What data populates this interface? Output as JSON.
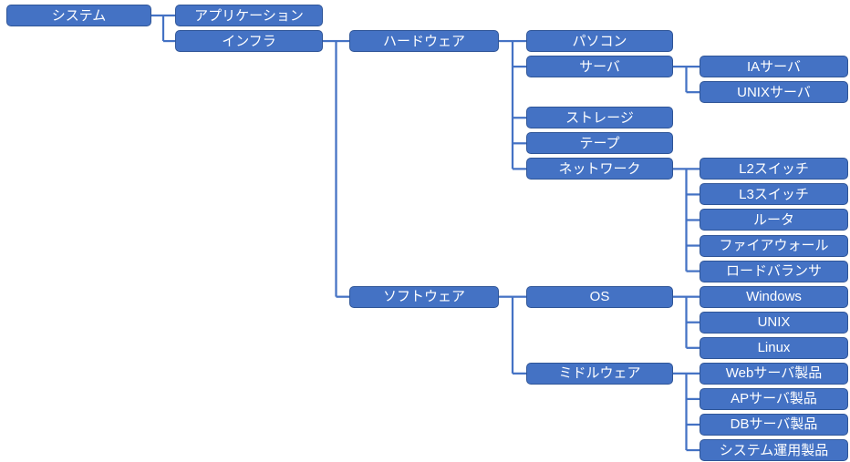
{
  "diagram": {
    "type": "tree",
    "orientation": "left-to-right",
    "colors": {
      "node_fill": "#4472C4",
      "node_border": "#2F5597",
      "node_text": "#FFFFFF",
      "connector": "#4472C4",
      "background": "#FFFFFF"
    },
    "tree": {
      "id": "system",
      "label": "システム",
      "children": [
        {
          "id": "application",
          "label": "アプリケーション"
        },
        {
          "id": "infra",
          "label": "インフラ",
          "children": [
            {
              "id": "hardware",
              "label": "ハードウェア",
              "children": [
                {
                  "id": "pc",
                  "label": "パソコン"
                },
                {
                  "id": "server",
                  "label": "サーバ",
                  "children": [
                    {
                      "id": "ia-server",
                      "label": "IAサーバ"
                    },
                    {
                      "id": "unix-server",
                      "label": "UNIXサーバ"
                    }
                  ]
                },
                {
                  "id": "storage",
                  "label": "ストレージ"
                },
                {
                  "id": "tape",
                  "label": "テープ"
                },
                {
                  "id": "network",
                  "label": "ネットワーク",
                  "children": [
                    {
                      "id": "l2-switch",
                      "label": "L2スイッチ"
                    },
                    {
                      "id": "l3-switch",
                      "label": "L3スイッチ"
                    },
                    {
                      "id": "router",
                      "label": "ルータ"
                    },
                    {
                      "id": "firewall",
                      "label": "ファイアウォール"
                    },
                    {
                      "id": "load-balancer",
                      "label": "ロードバランサ"
                    }
                  ]
                }
              ]
            },
            {
              "id": "software",
              "label": "ソフトウェア",
              "children": [
                {
                  "id": "os",
                  "label": "OS",
                  "children": [
                    {
                      "id": "windows",
                      "label": "Windows"
                    },
                    {
                      "id": "unix",
                      "label": "UNIX"
                    },
                    {
                      "id": "linux",
                      "label": "Linux"
                    }
                  ]
                },
                {
                  "id": "middleware",
                  "label": "ミドルウェア",
                  "children": [
                    {
                      "id": "web-server-product",
                      "label": "Webサーバ製品"
                    },
                    {
                      "id": "ap-server-product",
                      "label": "APサーバ製品"
                    },
                    {
                      "id": "db-server-product",
                      "label": "DBサーバ製品"
                    },
                    {
                      "id": "system-operation-product",
                      "label": "システム運用製品"
                    }
                  ]
                }
              ]
            }
          ]
        }
      ]
    }
  }
}
